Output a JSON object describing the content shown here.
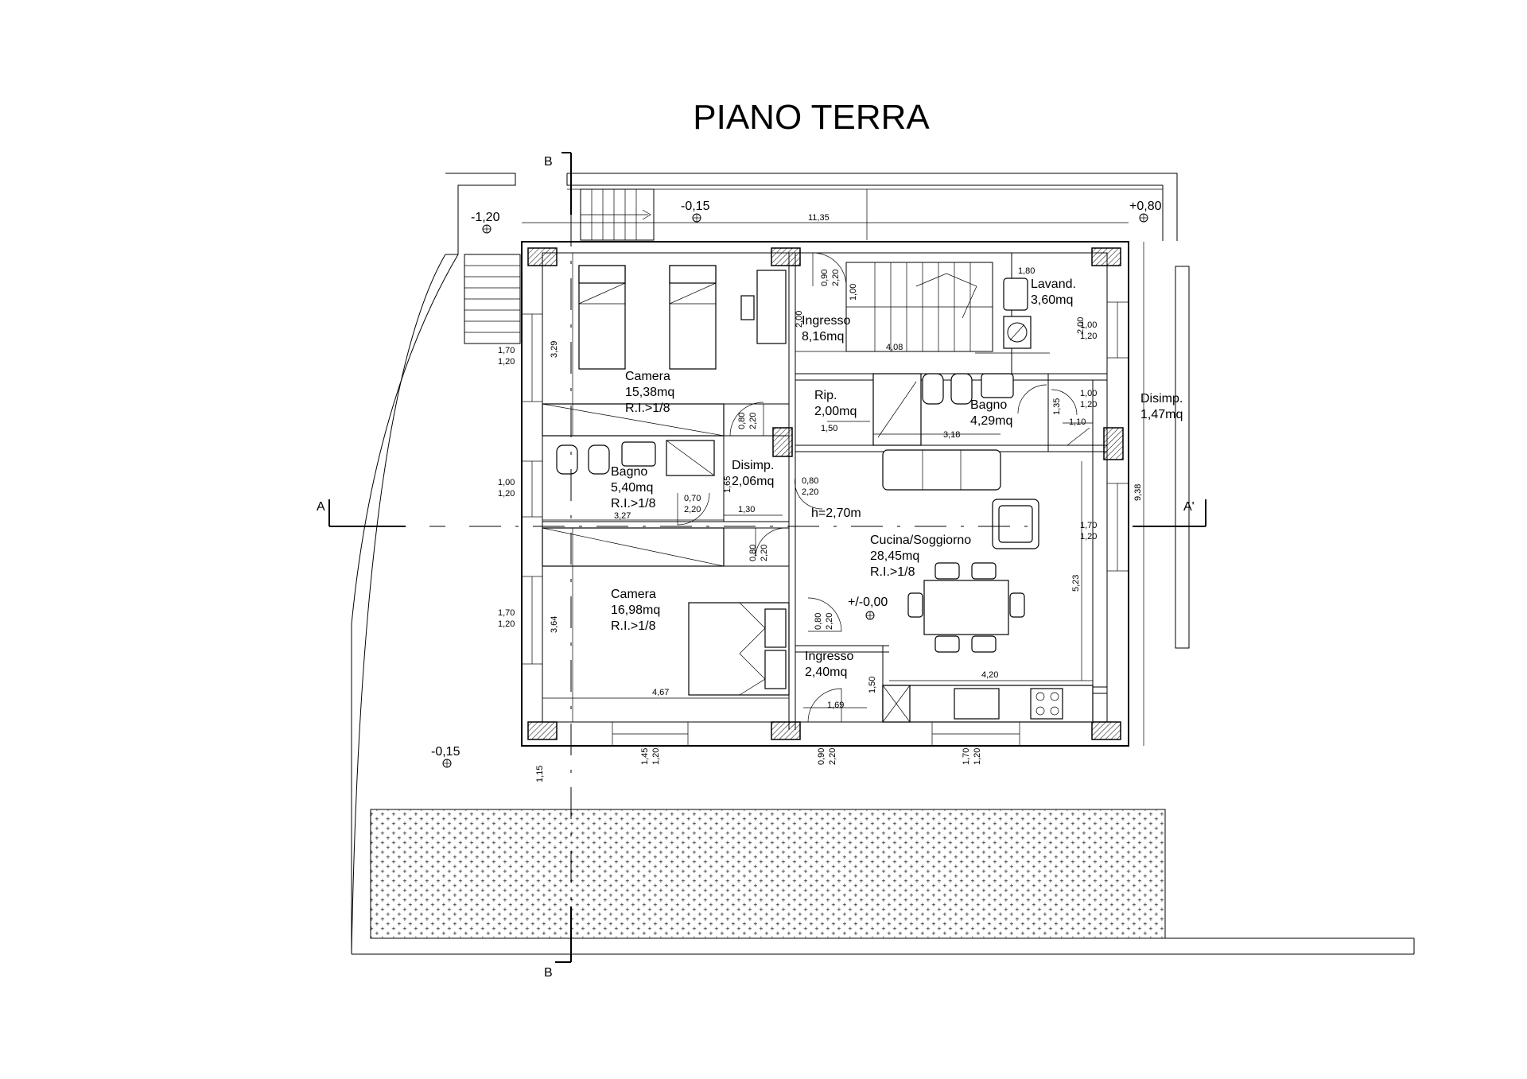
{
  "title": "PIANO TERRA",
  "rooms": [
    {
      "name": "Camera",
      "area": "15,38mq",
      "ri": "R.I.>1/8"
    },
    {
      "name": "Bagno",
      "area": "5,40mq",
      "ri": "R.I.>1/8"
    },
    {
      "name": "Disimp.",
      "area": "2,06mq"
    },
    {
      "name": "Camera",
      "area": "16,98mq",
      "ri": "R.I.>1/8"
    },
    {
      "name": "Ingresso",
      "area": "8,16mq"
    },
    {
      "name": "Lavand.",
      "area": "3,60mq"
    },
    {
      "name": "Rip.",
      "area": "2,00mq"
    },
    {
      "name": "Bagno",
      "area": "4,29mq"
    },
    {
      "name": "Disimp.",
      "area": "1,47mq"
    },
    {
      "name": "Cucina/Soggiorno",
      "area": "28,45mq",
      "ri": "R.I.>1/8"
    },
    {
      "name": "Ingresso",
      "area": "2,40mq"
    }
  ],
  "height_label": "h=2,70m",
  "elevations": [
    "-1,20",
    "-0,15",
    "+0,80",
    "-0,15",
    "+/-0,00"
  ],
  "section_labels": {
    "a_left": "A",
    "a_right": "A'",
    "b_top": "B",
    "b_bottom": "B"
  },
  "dimensions": {
    "overall_width": "11,35",
    "overall_depth": "9,38",
    "left_depth_1": "3,29",
    "left_depth_2": "3,64",
    "right_depth": "5,23",
    "bottom_left_width": "4,67",
    "bottom_right_width": "4,20",
    "mid_width_1": "3,27",
    "mid_width_2": "1,30",
    "mid_width_3": "1,50",
    "mid_width_4": "3,18",
    "mid_width_5": "1,80",
    "stair_width": "4,08",
    "entry_depth": "2,00",
    "stair_depth": "1,00",
    "lav_depth": "2,00",
    "dis_depth": "1,35",
    "dis_width": "1,10",
    "disimp_depth": "1,65",
    "ingresso2_depth": "1,50",
    "ingresso2_width": "1,69",
    "ext_offset": "1,15"
  },
  "openings": [
    {
      "w": "0,90",
      "h": "2,20"
    },
    {
      "w": "0,80",
      "h": "2,20"
    },
    {
      "w": "0,70",
      "h": "2,20"
    },
    {
      "w": "0,80",
      "h": "2,20"
    },
    {
      "w": "0,80",
      "h": "2,20"
    },
    {
      "w": "0,80",
      "h": "2,20"
    },
    {
      "w": "0,90",
      "h": "2,20"
    },
    {
      "w": "1,70",
      "h": "1,20"
    },
    {
      "w": "1,00",
      "h": "1,20"
    },
    {
      "w": "1,70",
      "h": "1,20"
    },
    {
      "w": "1,00",
      "h": "1,20"
    },
    {
      "w": "1,00",
      "h": "1,20"
    },
    {
      "w": "1,70",
      "h": "1,20"
    },
    {
      "w": "1,45",
      "h": "1,20"
    },
    {
      "w": "1,70",
      "h": "1,20"
    }
  ]
}
